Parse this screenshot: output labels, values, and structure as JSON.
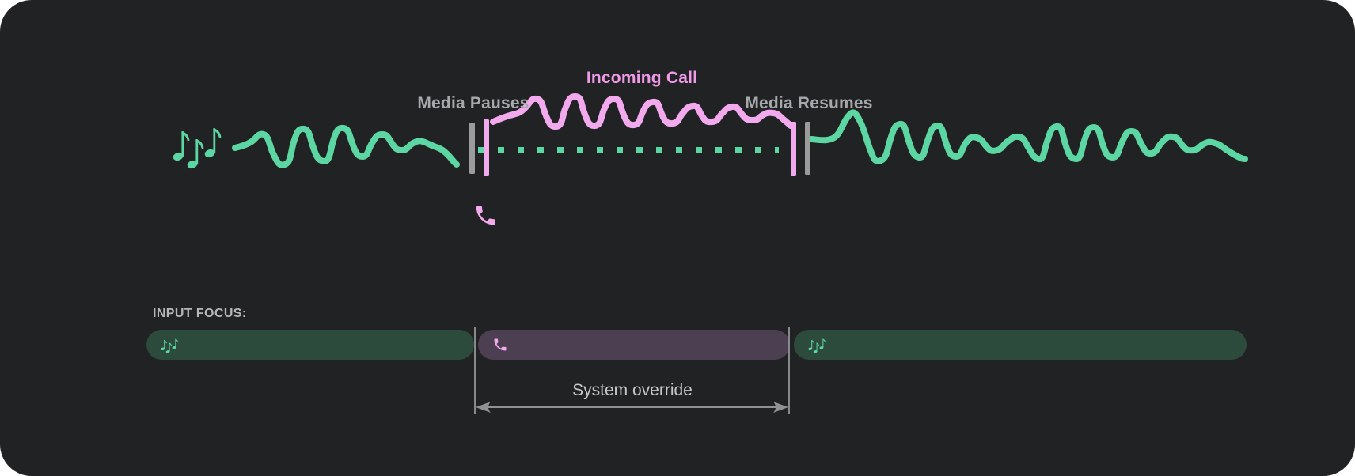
{
  "diagram": {
    "labels": {
      "media_pauses": "Media Pauses",
      "incoming_call": "Incoming Call",
      "media_resumes": "Media Resumes"
    },
    "icons": {
      "media": "music-notes-icon",
      "call": "phone-icon"
    },
    "colors": {
      "card_bg": "#212223",
      "media_green": "#5cd6a2",
      "call_pink": "#f2a9ee",
      "call_label_pink": "#f09ae8",
      "marker_gray": "#9b9b9b",
      "label_gray": "#a6a9ac",
      "annotation_gray": "#8f9193",
      "pill_media_bg": "#2d4b3d",
      "pill_call_bg": "#4d3f52"
    }
  },
  "input_focus": {
    "heading": "INPUT FOCUS:",
    "segments": [
      {
        "type": "media",
        "icon": "music-notes-icon"
      },
      {
        "type": "call",
        "icon": "phone-icon"
      },
      {
        "type": "media",
        "icon": "music-notes-icon"
      }
    ],
    "annotation": "System override"
  }
}
